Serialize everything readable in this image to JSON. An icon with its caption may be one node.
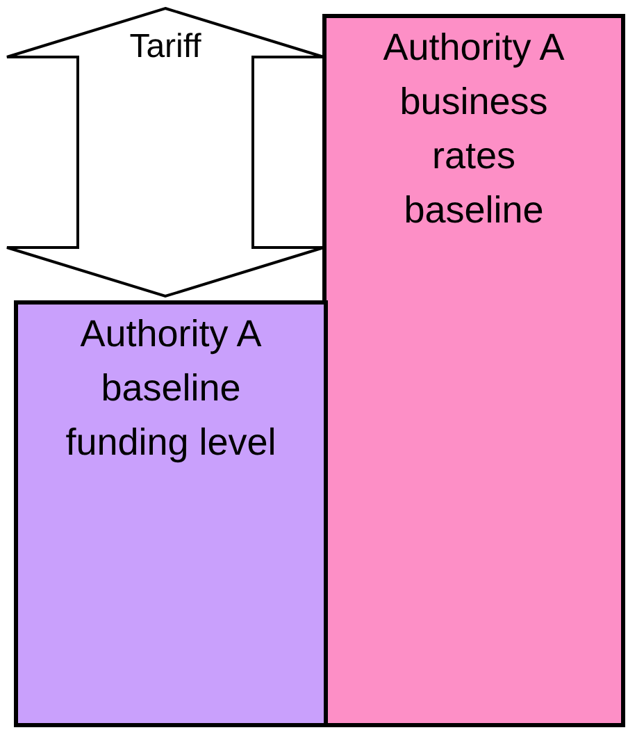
{
  "diagram": {
    "nodes": [
      {
        "text": [
          "Authority A business rates baseline"
        ]
      },
      {
        "text": [
          "Authority A baseline funding level"
        ]
      }
    ],
    "edges": [
      {
        "from": 0,
        "to": 1,
        "arrow": "both",
        "label": "Tariff"
      }
    ]
  }
}
